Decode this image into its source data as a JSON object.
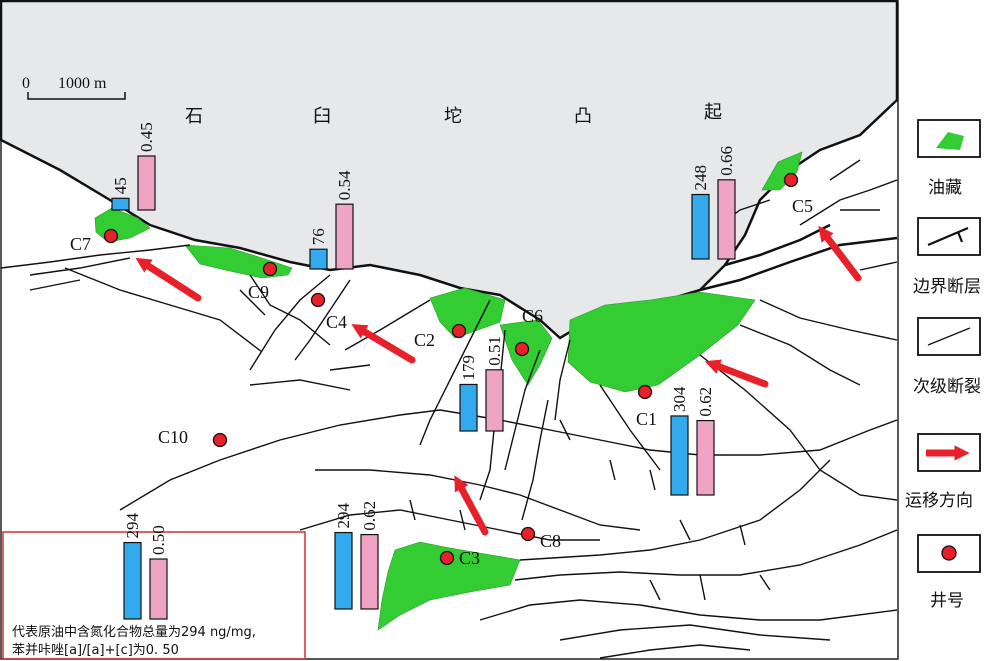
{
  "uplift_label": [
    "石",
    "臼",
    "坨",
    "凸",
    "起"
  ],
  "scale_bar": {
    "zero": "0",
    "length": "1000 m"
  },
  "colors": {
    "oil": "#33cc33",
    "cyan": "#33aaee",
    "pink": "#f0a4c4",
    "arrow": "#e8202a",
    "well": "#e8202a",
    "uplift": "#e6e8ea"
  },
  "wells": [
    {
      "id": "C1",
      "label": "C1"
    },
    {
      "id": "C2",
      "label": "C2"
    },
    {
      "id": "C3",
      "label": "C3"
    },
    {
      "id": "C4",
      "label": "C4"
    },
    {
      "id": "C5",
      "label": "C5"
    },
    {
      "id": "C6",
      "label": "C6"
    },
    {
      "id": "C7",
      "label": "C7"
    },
    {
      "id": "C8",
      "label": "C8"
    },
    {
      "id": "C9",
      "label": "C9"
    },
    {
      "id": "C10",
      "label": "C10"
    }
  ],
  "bar_pairs": [
    {
      "well": "C7",
      "nitrogen": 45,
      "nitrogen_label": "45",
      "ratio": 0.45,
      "ratio_label": "0.45"
    },
    {
      "well": "C4",
      "nitrogen": 76,
      "nitrogen_label": "76",
      "ratio": 0.54,
      "ratio_label": "0.54"
    },
    {
      "well": "C5",
      "nitrogen": 248,
      "nitrogen_label": "248",
      "ratio": 0.66,
      "ratio_label": "0.66"
    },
    {
      "well": "C2",
      "nitrogen": 179,
      "nitrogen_label": "179",
      "ratio": 0.51,
      "ratio_label": "0.51"
    },
    {
      "well": "C1",
      "nitrogen": 304,
      "nitrogen_label": "304",
      "ratio": 0.62,
      "ratio_label": "0.62"
    },
    {
      "well": "C3",
      "nitrogen": 294,
      "nitrogen_label": "294",
      "ratio": 0.62,
      "ratio_label": "0.62"
    }
  ],
  "legend_example": {
    "nitrogen": 294,
    "nitrogen_label": "294",
    "ratio": 0.5,
    "ratio_label": "0.50"
  },
  "legend_text_line1": "代表原油中含氮化合物总量为294 ng/mg,",
  "legend_text_line2": "苯并咔唑[a]/[a]+[c]为0. 50",
  "legend": {
    "oil_reservoir": "油藏",
    "boundary_fault": "边界断层",
    "secondary_fracture": "次级断裂",
    "migration_direction": "运移方向",
    "well_number": "井号"
  }
}
